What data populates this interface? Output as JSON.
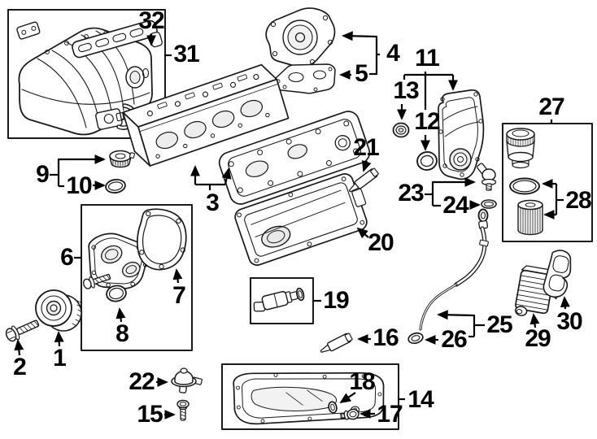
{
  "diagram": {
    "callouts": [
      "1",
      "2",
      "3",
      "4",
      "5",
      "6",
      "7",
      "8",
      "9",
      "10",
      "11",
      "12",
      "13",
      "14",
      "15",
      "16",
      "17",
      "18",
      "19",
      "20",
      "21",
      "22",
      "23",
      "24",
      "25",
      "26",
      "27",
      "28",
      "29",
      "30",
      "31",
      "32"
    ]
  },
  "colors": {
    "ink": "#000000",
    "line_art": "#1a1a1a",
    "background": "#ffffff"
  }
}
